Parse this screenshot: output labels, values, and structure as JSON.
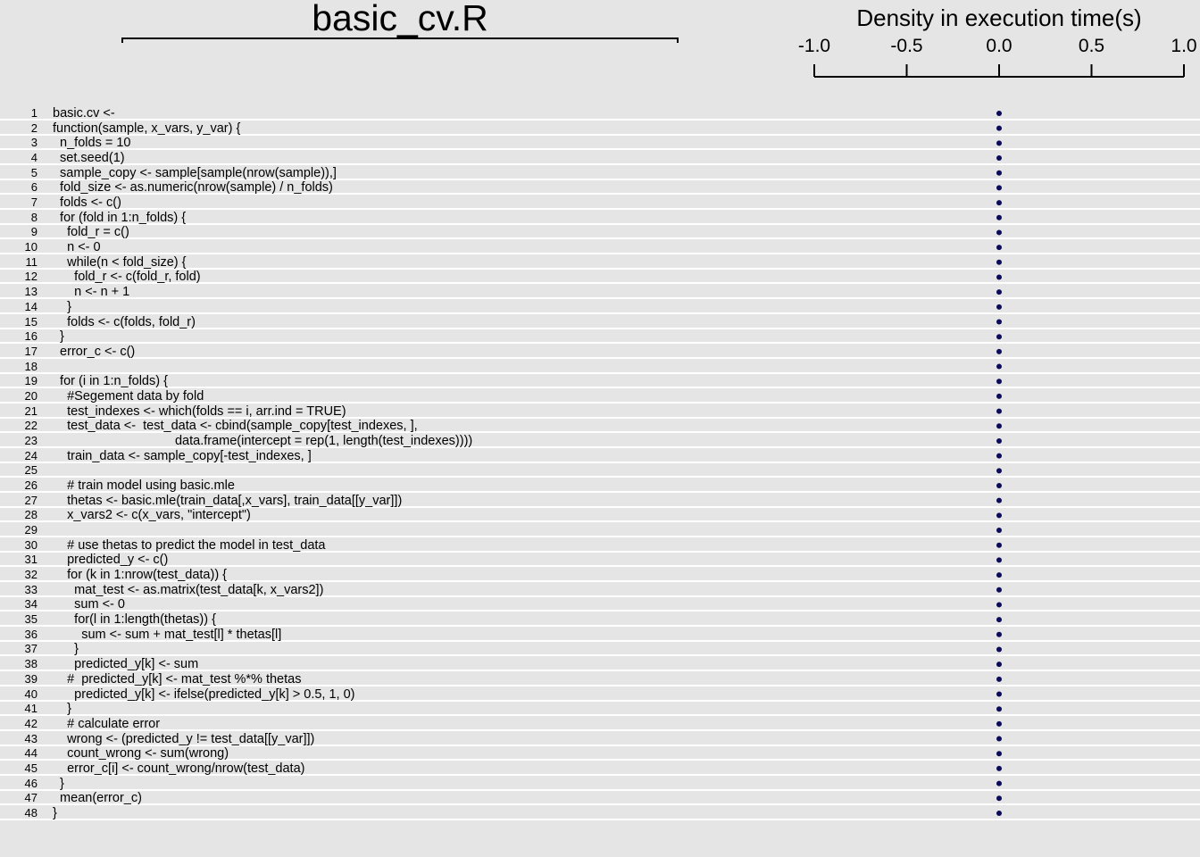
{
  "file_title": "basic_cv.R",
  "axis_title": "Density in execution time(s)",
  "colors": {
    "background": "#e5e5e5",
    "rule": "#ffffff",
    "marker": "#0b0b5a",
    "text": "#000000"
  },
  "chart_data": {
    "type": "scatter",
    "title": "Density in execution time(s)",
    "xlabel": "Density in execution time(s)",
    "xlim": [
      -1.0,
      1.0
    ],
    "xticks": [
      -1.0,
      -0.5,
      0.0,
      0.5,
      1.0
    ],
    "xtick_labels": [
      "-1.0",
      "-0.5",
      "0.0",
      "0.5",
      "1.0"
    ],
    "y_categories": [
      "1",
      "2",
      "3",
      "4",
      "5",
      "6",
      "7",
      "8",
      "9",
      "10",
      "11",
      "12",
      "13",
      "14",
      "15",
      "16",
      "17",
      "18",
      "19",
      "20",
      "21",
      "22",
      "23",
      "24",
      "25",
      "26",
      "27",
      "28",
      "29",
      "30",
      "31",
      "32",
      "33",
      "34",
      "35",
      "36",
      "37",
      "38",
      "39",
      "40",
      "41",
      "42",
      "43",
      "44",
      "45",
      "46",
      "47",
      "48"
    ],
    "series": [
      {
        "values": [
          0,
          0,
          0,
          0,
          0,
          0,
          0,
          0,
          0,
          0,
          0,
          0,
          0,
          0,
          0,
          0,
          0,
          0,
          0,
          0,
          0,
          0,
          0,
          0,
          0,
          0,
          0,
          0,
          0,
          0,
          0,
          0,
          0,
          0,
          0,
          0,
          0,
          0,
          0,
          0,
          0,
          0,
          0,
          0,
          0,
          0,
          0,
          0
        ]
      }
    ]
  },
  "code_lines": [
    "basic.cv <-",
    "function(sample, x_vars, y_var) {",
    "  n_folds = 10",
    "  set.seed(1)",
    "  sample_copy <- sample[sample(nrow(sample)),]",
    "  fold_size <- as.numeric(nrow(sample) / n_folds)",
    "  folds <- c()",
    "  for (fold in 1:n_folds) {",
    "    fold_r = c()",
    "    n <- 0",
    "    while(n < fold_size) {",
    "      fold_r <- c(fold_r, fold)",
    "      n <- n + 1",
    "    }",
    "    folds <- c(folds, fold_r)",
    "  }",
    "  error_c <- c()",
    "",
    "  for (i in 1:n_folds) {",
    "    #Segement data by fold",
    "    test_indexes <- which(folds == i, arr.ind = TRUE)",
    "    test_data <-  test_data <- cbind(sample_copy[test_indexes, ],",
    "                                  data.frame(intercept = rep(1, length(test_indexes))))",
    "    train_data <- sample_copy[-test_indexes, ]",
    "",
    "    # train model using basic.mle",
    "    thetas <- basic.mle(train_data[,x_vars], train_data[[y_var]])",
    "    x_vars2 <- c(x_vars, \"intercept\")",
    "",
    "    # use thetas to predict the model in test_data",
    "    predicted_y <- c()",
    "    for (k in 1:nrow(test_data)) {",
    "      mat_test <- as.matrix(test_data[k, x_vars2])",
    "      sum <- 0",
    "      for(l in 1:length(thetas)) {",
    "        sum <- sum + mat_test[l] * thetas[l]",
    "      }",
    "      predicted_y[k] <- sum",
    "    #  predicted_y[k] <- mat_test %*% thetas",
    "      predicted_y[k] <- ifelse(predicted_y[k] > 0.5, 1, 0)",
    "    }",
    "    # calculate error",
    "    wrong <- (predicted_y != test_data[[y_var]])",
    "    count_wrong <- sum(wrong)",
    "    error_c[i] <- count_wrong/nrow(test_data)",
    "  }",
    "  mean(error_c)",
    "}"
  ]
}
